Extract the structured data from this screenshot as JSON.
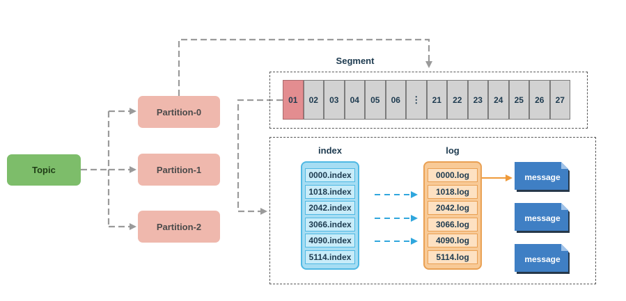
{
  "topic": {
    "label": "Topic"
  },
  "partitions": [
    {
      "label": "Partition-0"
    },
    {
      "label": "Partition-1"
    },
    {
      "label": "Partition-2"
    }
  ],
  "segment": {
    "title": "Segment",
    "cells": [
      "01",
      "02",
      "03",
      "04",
      "05",
      "06",
      "⋮",
      "21",
      "22",
      "23",
      "24",
      "25",
      "26",
      "27"
    ]
  },
  "index": {
    "title": "index",
    "entries": [
      "0000.index",
      "1018.index",
      "2042.index",
      "3066.index",
      "4090.index",
      "5114.index"
    ]
  },
  "log": {
    "title": "log",
    "entries": [
      "0000.log",
      "1018.log",
      "2042.log",
      "3066.log",
      "4090.log",
      "5114.log"
    ]
  },
  "messages": [
    "message",
    "message",
    "message"
  ],
  "colors": {
    "topic": "#7dbd6a",
    "partition": "#efb8ad",
    "segment_first": "#e38d90",
    "segment_cell": "#d2d2d2",
    "index": "#a6ddf3",
    "index_arrow": "#2fa6dd",
    "log": "#f8ca97",
    "log_arrow": "#ef9a3a",
    "message": "#3f7fc4",
    "connector": "#9a9a9a"
  }
}
